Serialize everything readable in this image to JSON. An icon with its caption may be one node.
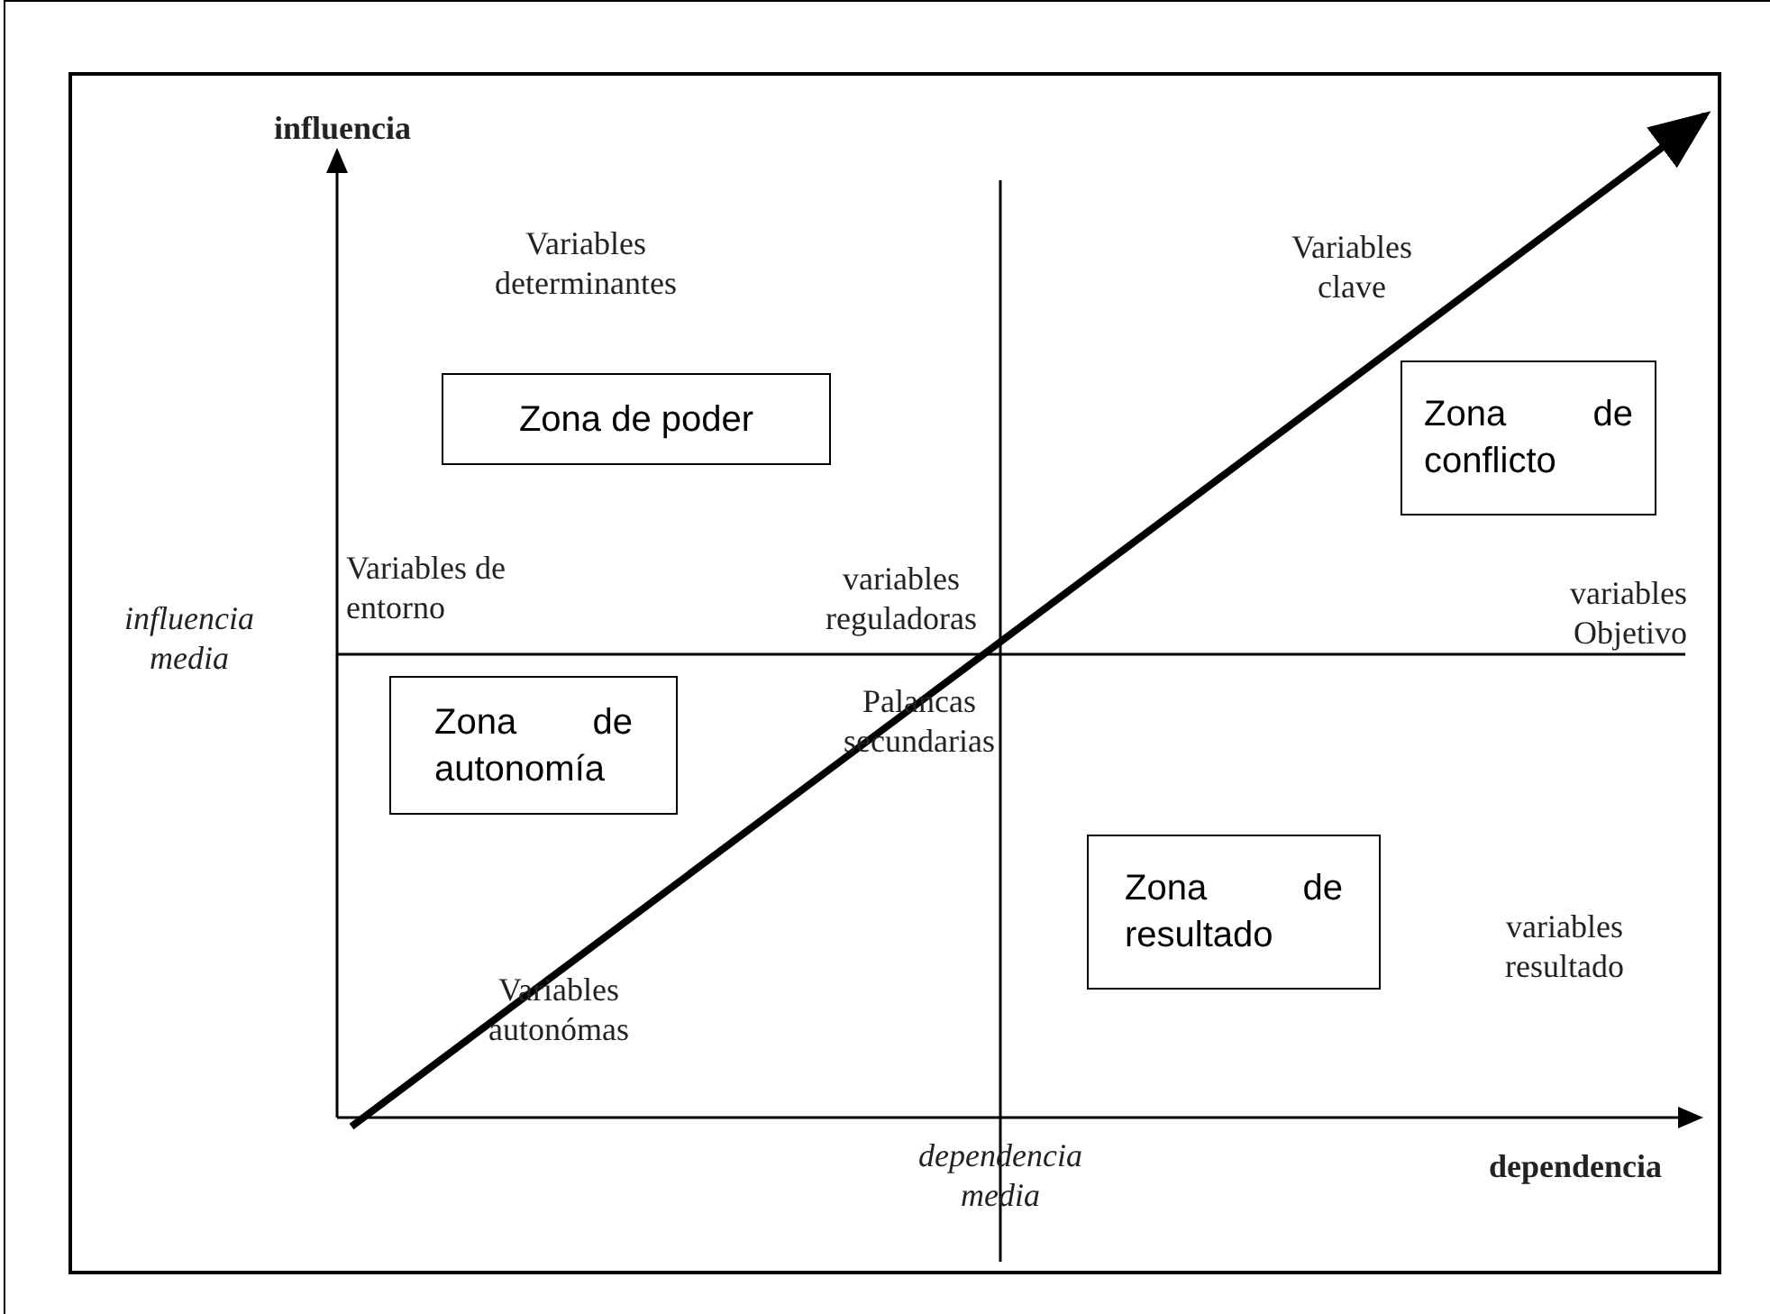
{
  "diagram": {
    "nodes": [
      {
        "text": [
          "Zona de poder"
        ]
      },
      {
        "text": [
          "Zona de conflicto"
        ]
      },
      {
        "text": [
          "Zona de autonomía"
        ]
      },
      {
        "text": [
          "Zona de resultado"
        ]
      }
    ],
    "labels": [
      "influencia",
      "Variables determinantes",
      "Variables clave",
      "influencia media",
      "Variables de entorno",
      "variables reguladoras",
      "variables Objetivo",
      "Palancas secundarias",
      "Variables autonómas",
      "variables resultado",
      "dependencia media",
      "dependencia"
    ]
  }
}
